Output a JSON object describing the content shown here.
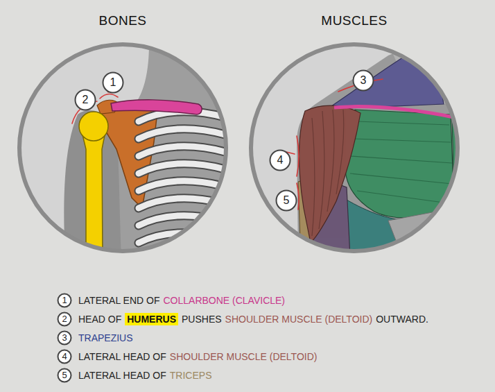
{
  "diagram": {
    "nodes": [
      {
        "text": [
          "BONES"
        ]
      },
      {
        "text": [
          "1"
        ],
        "in": 0
      },
      {
        "text": [
          "2"
        ],
        "in": 0
      },
      {
        "text": [
          "MUSCLES"
        ]
      },
      {
        "text": [
          "3"
        ],
        "in": 3
      },
      {
        "text": [
          "4"
        ],
        "in": 3
      },
      {
        "text": [
          "5"
        ],
        "in": 3
      },
      {
        "text": [
          "1",
          "LATERAL END OF",
          "COLLARBONE (CLAVICLE)"
        ]
      },
      {
        "text": [
          "2",
          "HEAD OF",
          "HUMERUS",
          "PUSHES",
          "SHOULDER MUSCLE (DELTOID)",
          "OUTWARD."
        ]
      },
      {
        "text": [
          "3",
          "TRAPEZIUS"
        ]
      },
      {
        "text": [
          "4",
          "LATERAL HEAD OF",
          "SHOULDER MUSCLE (DELTOID)"
        ]
      },
      {
        "text": [
          "5",
          "LATERAL HEAD OF",
          "TRICEPS"
        ]
      }
    ]
  }
}
